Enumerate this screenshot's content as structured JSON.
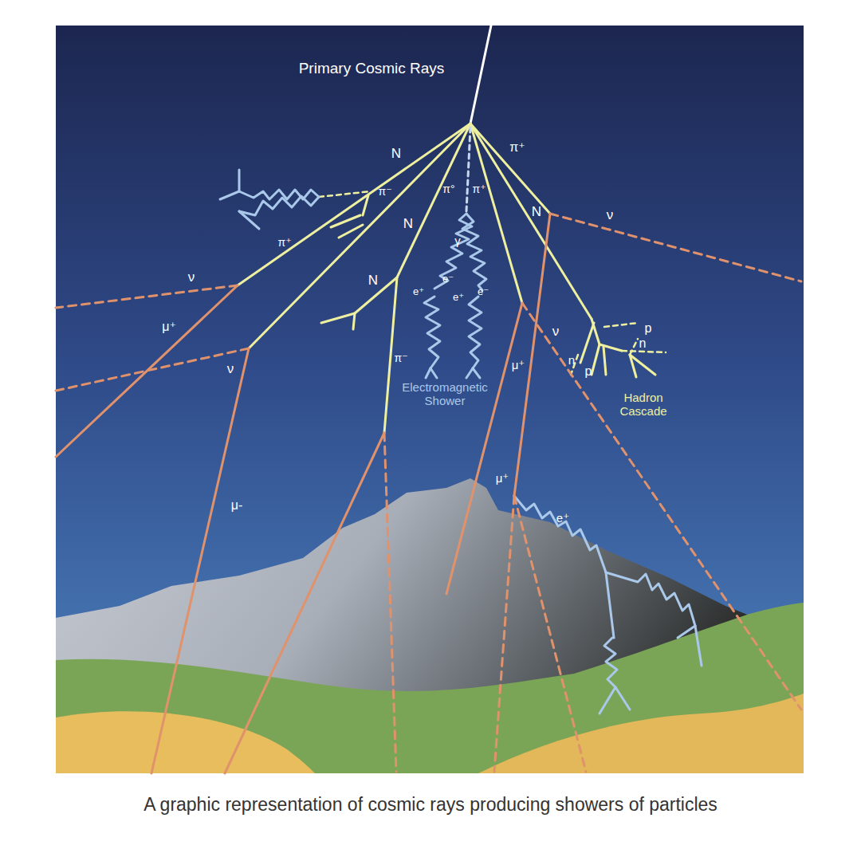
{
  "diagram": {
    "caption": "A graphic representation of cosmic rays producing showers of particles",
    "labels": [
      "Primary Cosmic Rays",
      "N",
      "π⁺",
      "π⁻",
      "π°",
      "π⁺",
      "N",
      "N",
      "ν",
      "π⁺",
      "γ",
      "ν",
      "N",
      "e⁺",
      "e⁻",
      "e⁺",
      "e⁻",
      "μ⁺",
      "ν",
      "p",
      "n",
      "n",
      "p",
      "ν",
      "π⁻",
      "μ⁺",
      "Electromagnetic Shower",
      "Hadron Cascade",
      "μ⁺",
      "μ-",
      "e⁺"
    ]
  }
}
